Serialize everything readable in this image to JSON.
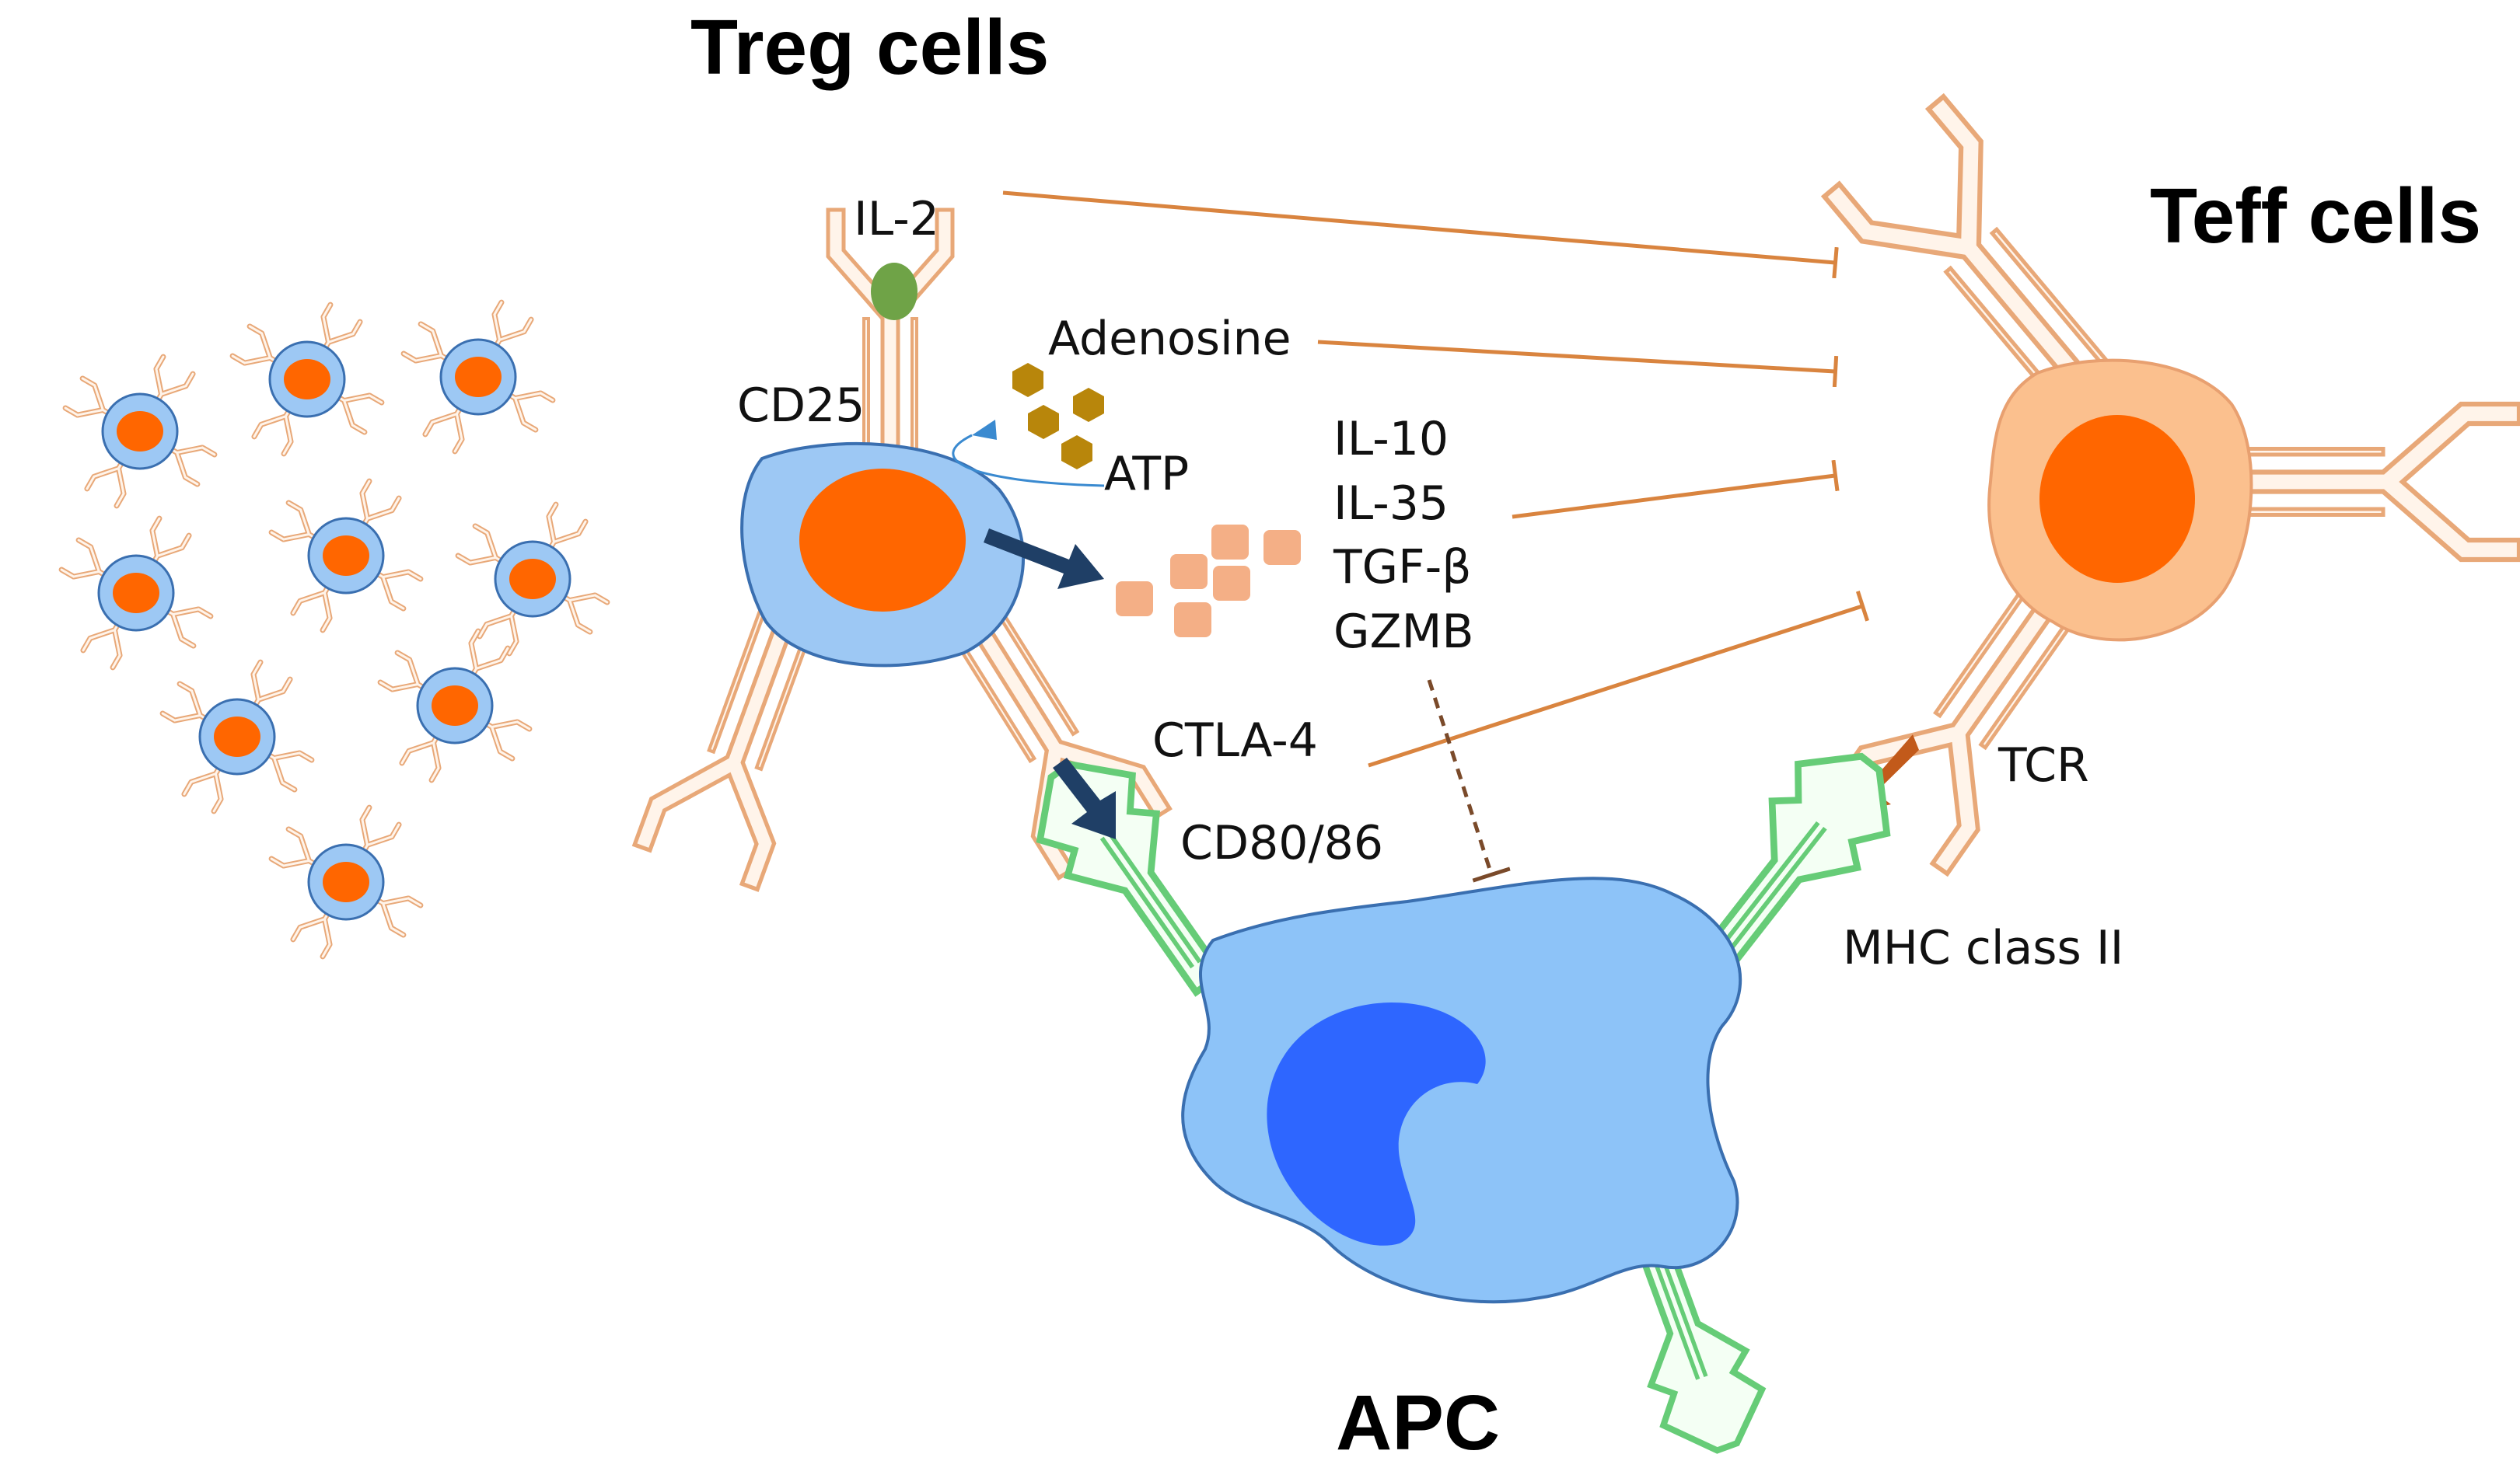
{
  "titles": {
    "treg": "Treg cells",
    "teff": "Teff cells",
    "apc": "APC"
  },
  "labels": {
    "il2": "IL-2",
    "cd25": "CD25",
    "adenosine": "Adenosine",
    "atp": "ATP",
    "cytokines": [
      "IL-10",
      "IL-35",
      "TGF-β",
      "GZMB"
    ],
    "ctla4": "CTLA-4",
    "cd80_86": "CD80/86",
    "tcr": "TCR",
    "mhc": "MHC class II"
  },
  "colors": {
    "treg_cell": "#9DC8F4",
    "nucleus": "#FF6600",
    "teff_cell": "#FBC08E",
    "apc_cell": "#8DC3F8",
    "apc_nucleus": "#2E66FF",
    "receptor_fill": "#FFF4EA",
    "receptor_stroke": "#E8A878",
    "mhc_stroke": "#66CC77",
    "il2_dot": "#6FA347",
    "adenosine_hex": "#B8860B",
    "cytokine_square": "#F4AF86",
    "inhibit_line": "#D9843F",
    "dark_arrow": "#1F3F66",
    "tcr_arrow": "#C25A1A",
    "dashed_line": "#7A4A2A"
  }
}
